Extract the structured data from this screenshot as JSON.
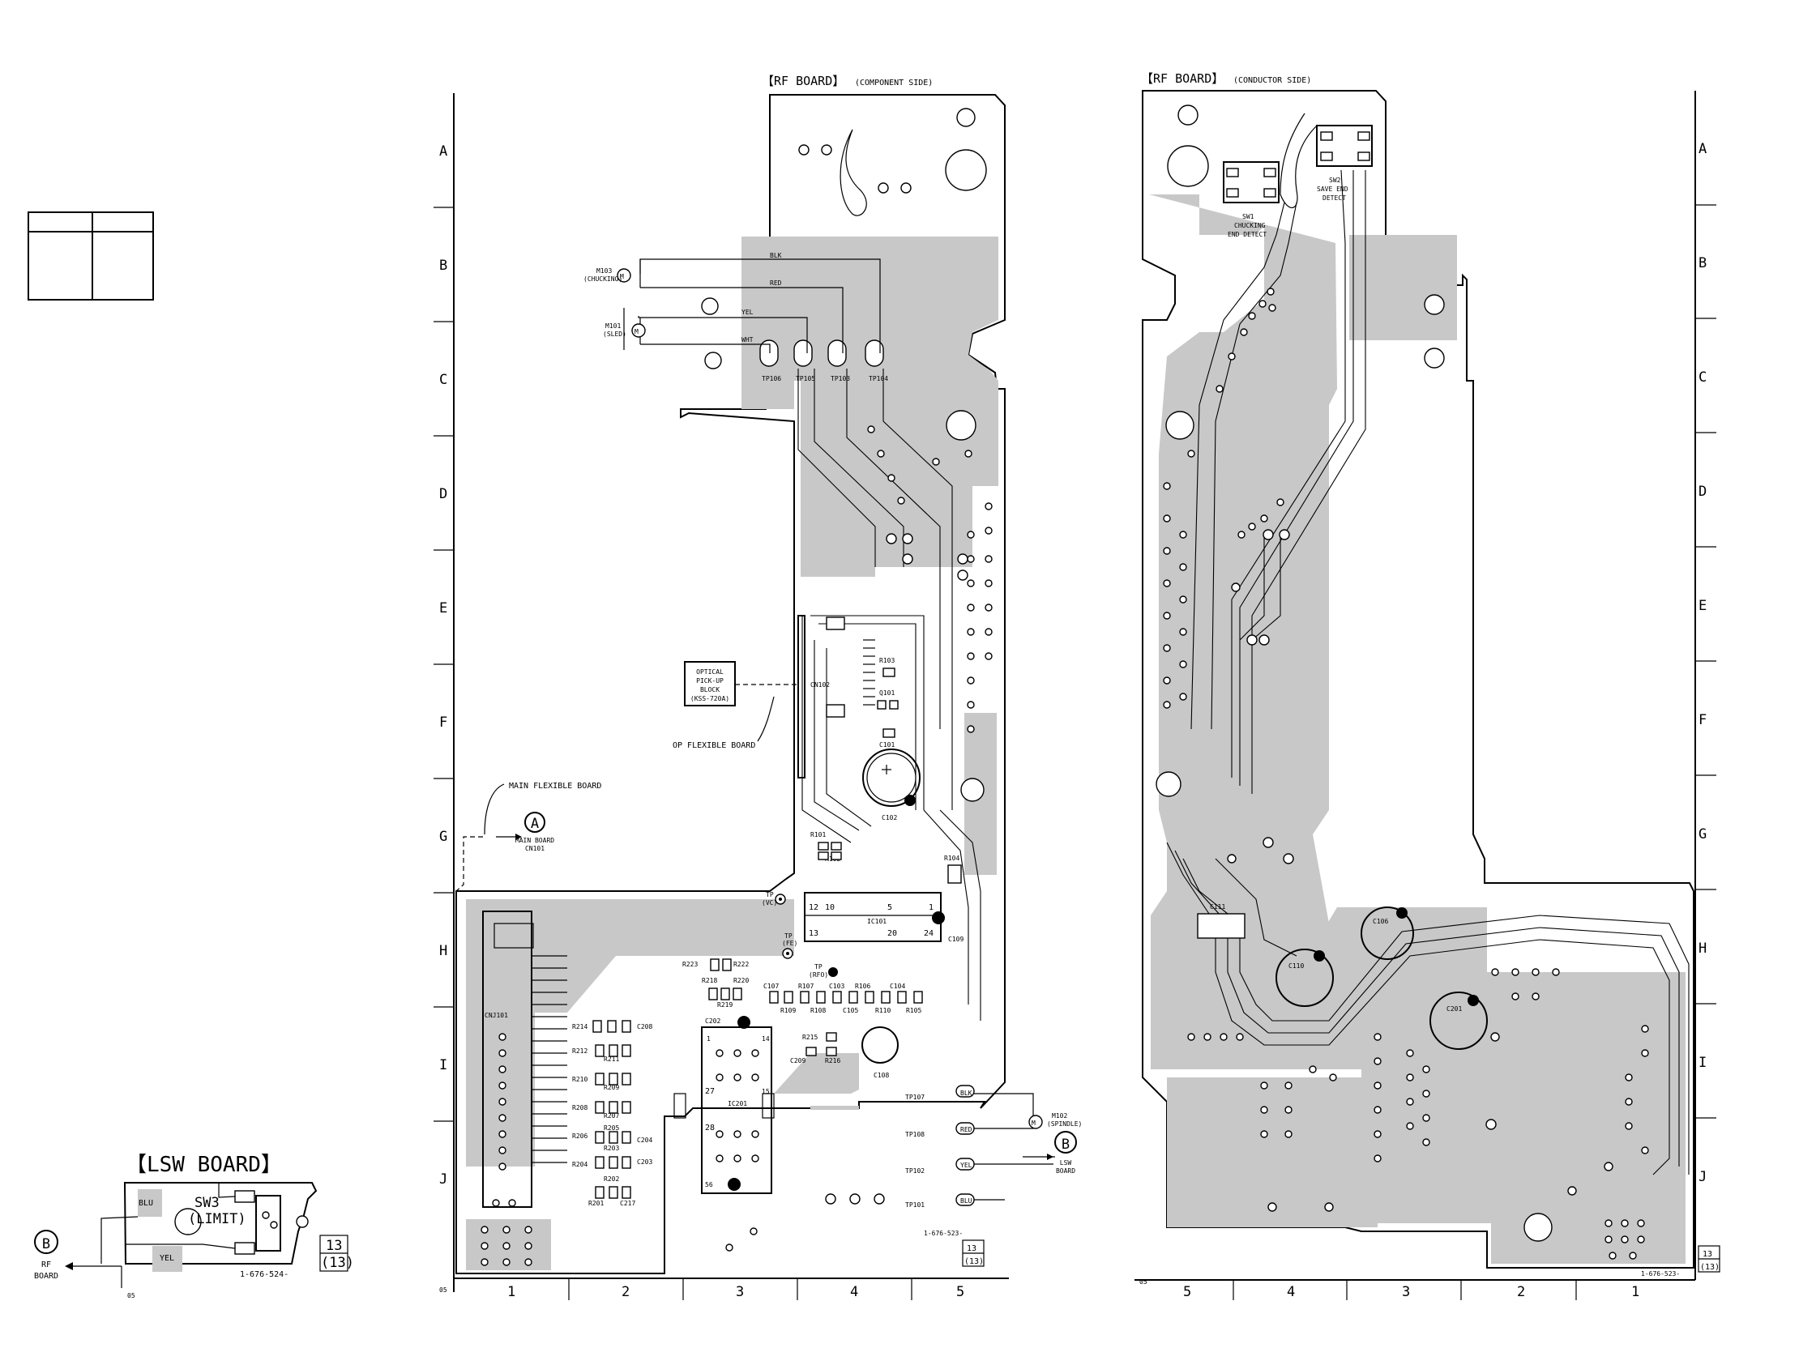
{
  "rf_component": {
    "title": "【RF BOARD】",
    "subtitle": "(COMPONENT SIDE)",
    "board_number": "1-676-523-",
    "page_ref": [
      "13",
      "(13)"
    ],
    "corner_code": "05",
    "rows": [
      "A",
      "B",
      "C",
      "D",
      "E",
      "F",
      "G",
      "H",
      "I",
      "J"
    ],
    "cols": [
      "1",
      "2",
      "3",
      "4",
      "5"
    ],
    "motors": [
      {
        "ref": "M103",
        "note": "(CHUCKING)"
      },
      {
        "ref": "M101",
        "note": "(SLED)"
      },
      {
        "ref": "M102",
        "note": "(SPINDLE)"
      }
    ],
    "wires_top": [
      "BLK",
      "RED",
      "YEL",
      "WHT"
    ],
    "wires_bottom": [
      "BLK",
      "RED",
      "YEL",
      "BLU"
    ],
    "test_points_top": [
      "TP106",
      "TP105",
      "TP103",
      "TP104"
    ],
    "test_points_bottom": [
      "TP107",
      "TP108",
      "TP102",
      "TP101"
    ],
    "optical_block": [
      "OPTICAL",
      "PICK-UP",
      "BLOCK",
      "(KSS-720A)"
    ],
    "op_flex_label": "OP FLEXIBLE BOARD",
    "main_flex_label": "MAIN FLEXIBLE BOARD",
    "main_board_ref": "A",
    "main_board_note": [
      "MAIN BOARD",
      "CN101"
    ],
    "lsw_ref": "B",
    "lsw_note": [
      "LSW",
      "BOARD"
    ],
    "connectors": [
      "CN102",
      "CNJ101"
    ],
    "ics": [
      "IC101",
      "IC201"
    ],
    "ic101_pins_top": [
      "12",
      "10",
      "5",
      "1"
    ],
    "ic101_pins_bottom": [
      "13",
      "20",
      "24"
    ],
    "ic201_pins": [
      "1",
      "14",
      "27",
      "28",
      "15",
      "56"
    ],
    "tp_small": [
      {
        "label": "TP",
        "sub": "(VC)"
      },
      {
        "label": "TP",
        "sub": "(FE)"
      },
      {
        "label": "TP",
        "sub": "(RFO)"
      }
    ],
    "components": {
      "upper": [
        "R103",
        "Q101",
        "C101",
        "C102",
        "R101",
        "R102",
        "R104",
        "C109"
      ],
      "row_c": [
        "R223",
        "R222",
        "R218",
        "R220",
        "R219",
        "C107",
        "R107",
        "C103",
        "R106",
        "C104",
        "C202",
        "R109",
        "R108",
        "C105",
        "R110",
        "R105"
      ],
      "mid": [
        "R215",
        "C209",
        "R216",
        "C108"
      ],
      "left_stack": [
        "R214",
        "C208",
        "R212",
        "R211",
        "R210",
        "R209",
        "R208",
        "R207",
        "R205",
        "R206",
        "C204",
        "R203",
        "R204",
        "C203",
        "R202",
        "R201",
        "C217"
      ]
    }
  },
  "rf_conductor": {
    "title": "【RF BOARD】",
    "subtitle": "(CONDUCTOR SIDE)",
    "board_number": "1-676-523-",
    "page_ref": [
      "13",
      "(13)"
    ],
    "corner_code": "05",
    "rows": [
      "A",
      "B",
      "C",
      "D",
      "E",
      "F",
      "G",
      "H",
      "I",
      "J"
    ],
    "cols": [
      "5",
      "4",
      "3",
      "2",
      "1"
    ],
    "sw2": [
      "SW2",
      "SAVE END",
      "DETECT"
    ],
    "sw1": [
      "SW1",
      "CHUCKING",
      "END DETECT"
    ],
    "capacitors": [
      "C111",
      "C106",
      "C110",
      "C201"
    ]
  },
  "lsw": {
    "title": "【LSW BOARD】",
    "sw": [
      "SW3",
      "(LIMIT)"
    ],
    "wires": [
      "BLU",
      "YEL"
    ],
    "board_number": "1-676-524-",
    "corner_code": "05",
    "page_ref": [
      "13",
      "(13)"
    ],
    "rf_ref": "B",
    "rf_note": [
      "RF",
      "BOARD"
    ]
  }
}
